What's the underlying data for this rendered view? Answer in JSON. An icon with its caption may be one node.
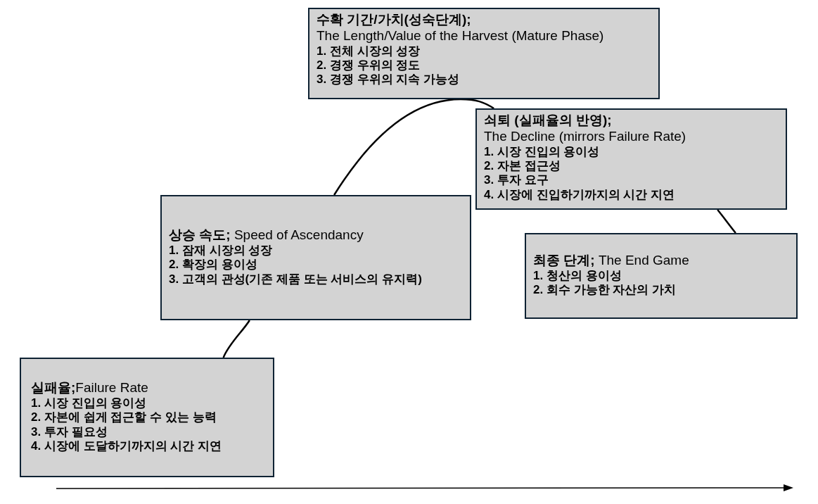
{
  "diagram": {
    "nodes": [
      {
        "text": [
          "**실패율;**Failure Rate",
          "1. 시장 진입의 용이성",
          "2. 자본에 쉽게 접근할 수 있는 능력",
          "3. 투자 필요성",
          "4. 시장에 도달하기까지의 시간 지연"
        ]
      },
      {
        "text": [
          "**상승 속도;** Speed of Ascendancy",
          "1. 잠재 시장의 성장",
          "2. 확장의 용이성",
          "3. 고객의 관성(기존 제품 또는 서비스의 유지력)"
        ]
      },
      {
        "text": [
          "수확 기간/가치(성숙단계);",
          "The Length/Value of the Harvest (Mature Phase)",
          "1. 전체 시장의 성장",
          "2. 경쟁 우위의 정도",
          "3. 경쟁 우위의 지속 가능성"
        ]
      },
      {
        "text": [
          "쇠퇴 (실패율의 반영);",
          "The Decline (mirrors Failure Rate)",
          "1. 시장 진입의 용이성",
          "2. 자본 접근성",
          "3. 투자 요구",
          "4. 시장에 진입하기까지의 시간 지연"
        ]
      },
      {
        "text": [
          "**최종 단계;** The End Game",
          "1. 청산의 용이성",
          "2. 회수 가능한 자산의 가치"
        ]
      }
    ],
    "edges": [
      {
        "from": 0,
        "to": 1,
        "arrow": "none"
      },
      {
        "from": 1,
        "to": 2,
        "arrow": "none"
      },
      {
        "from": 2,
        "to": 3,
        "arrow": "none"
      },
      {
        "from": 3,
        "to": 4,
        "arrow": "none"
      }
    ]
  }
}
